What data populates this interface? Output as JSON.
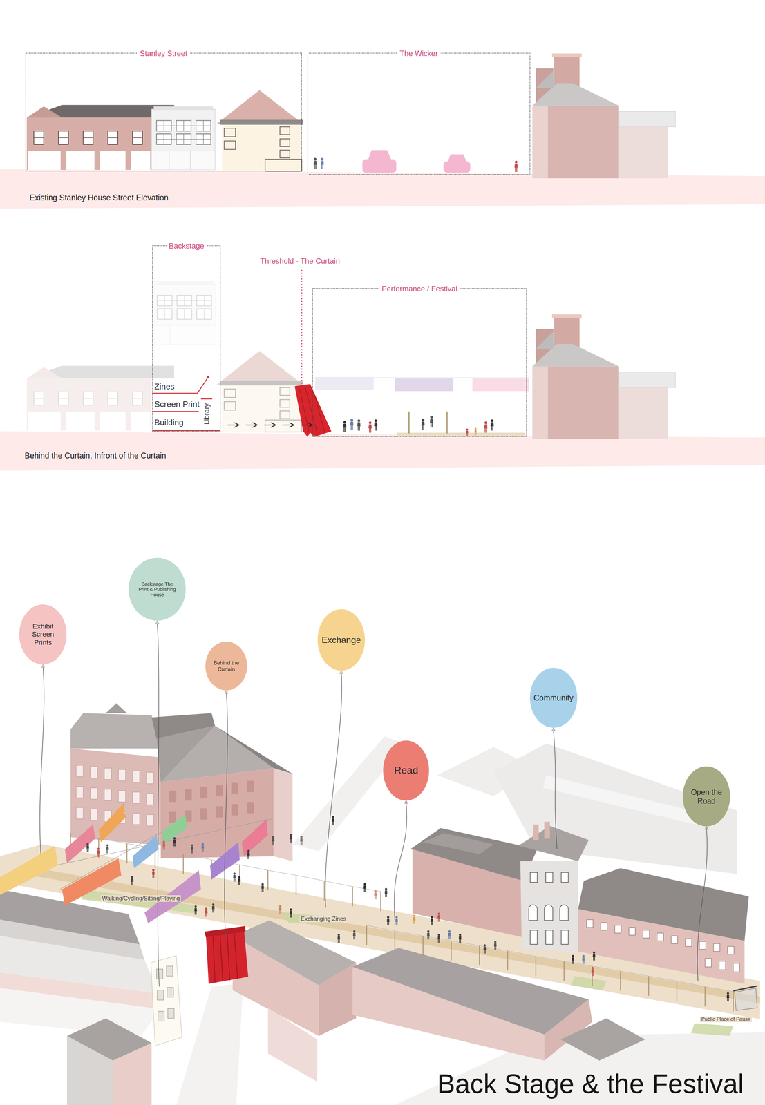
{
  "diagram": {
    "title": "Back Stage & the Festival",
    "nodes": [
      {
        "text": [
          "Stanley Street"
        ]
      },
      {
        "text": [
          "The Wicker"
        ]
      },
      {
        "text": [
          "Backstage"
        ]
      },
      {
        "text": [
          "Performance / Festival"
        ]
      },
      {
        "text": [
          "Exhibit Screen Prints"
        ]
      },
      {
        "text": [
          "Backstage The Print & Publishing House"
        ]
      },
      {
        "text": [
          "Behind the Curtain"
        ]
      },
      {
        "text": [
          "Exchange"
        ]
      },
      {
        "text": [
          "Read"
        ]
      },
      {
        "text": [
          "Community"
        ]
      },
      {
        "text": [
          "Open the Road"
        ]
      }
    ],
    "edges": [
      {
        "from": 2,
        "to": 3,
        "arrow": "to"
      }
    ],
    "labels": [
      "Existing Stanley House Street Elevation",
      "Threshold - The Curtain",
      "Zines",
      "Screen Print",
      "Building",
      "Library",
      "Behind the Curtain, Infront of the Curtain",
      "Walking/Cycling/Sitting/Playing",
      "Exchanging Zines",
      "Public Place of Pause"
    ]
  }
}
